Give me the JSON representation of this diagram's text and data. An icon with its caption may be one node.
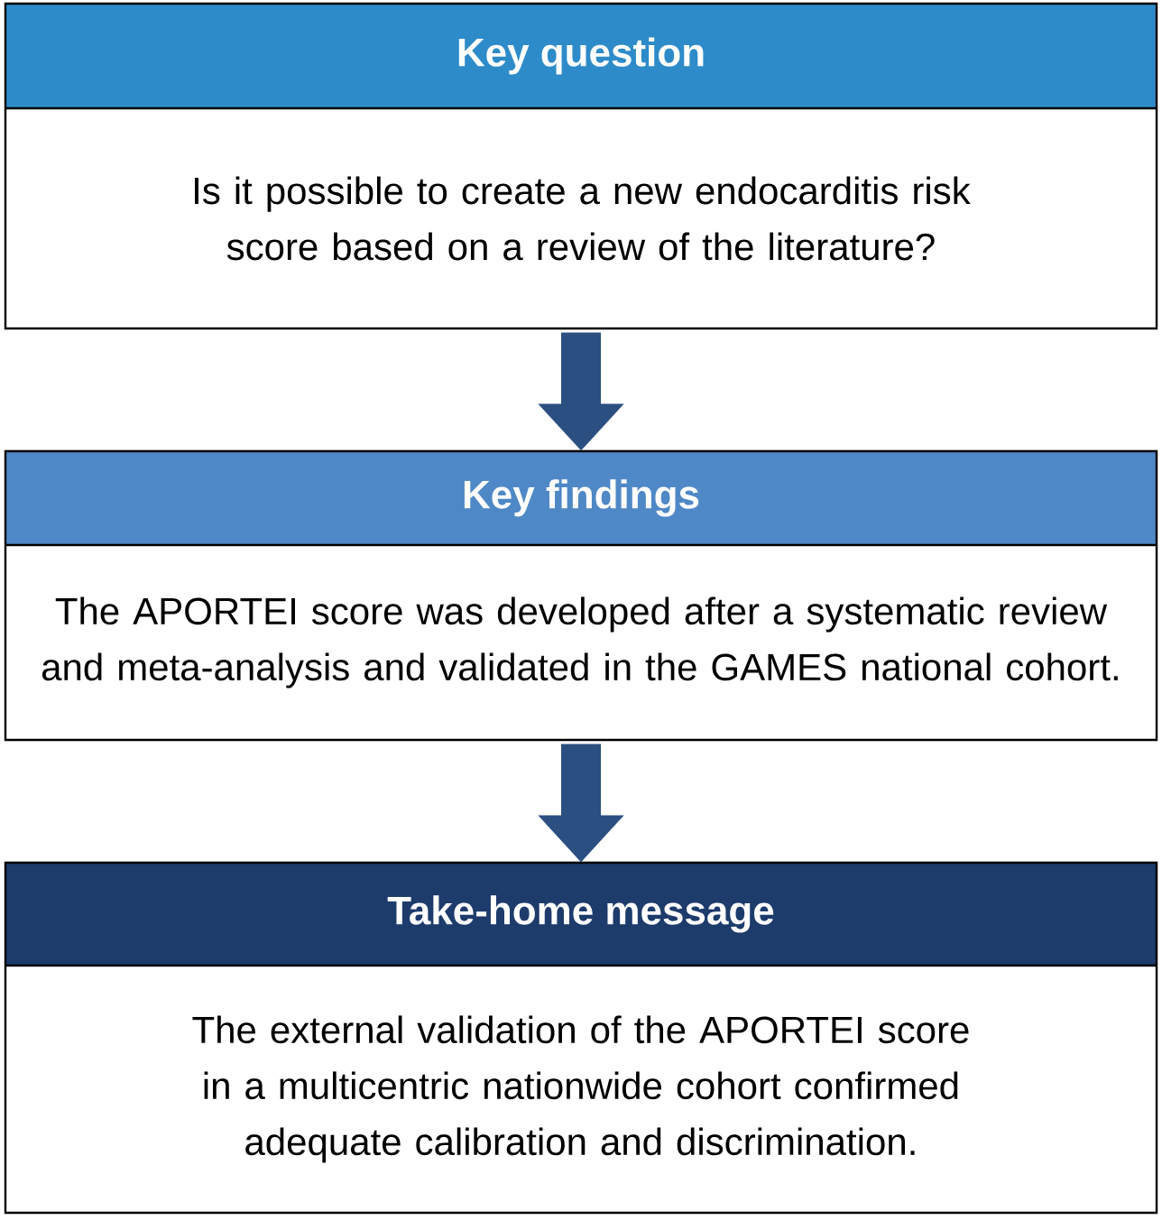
{
  "diagram": {
    "nodes": [
      {
        "text": [
          "Key question",
          "Is it possible to create a new endocarditis risk score based on a review of the literature?"
        ]
      },
      {
        "text": [
          "Key findings",
          "The APORTEI score was developed after a systematic review and meta-analysis and validated in the GAMES national cohort."
        ]
      },
      {
        "text": [
          "Take-home message",
          "The external validation of the APORTEI score in a multicentric nationwide cohort confirmed adequate calibration and discrimination."
        ]
      }
    ],
    "edges": [
      {
        "from": 0,
        "to": 1,
        "arrow": "to"
      },
      {
        "from": 1,
        "to": 2,
        "arrow": "to"
      }
    ]
  }
}
